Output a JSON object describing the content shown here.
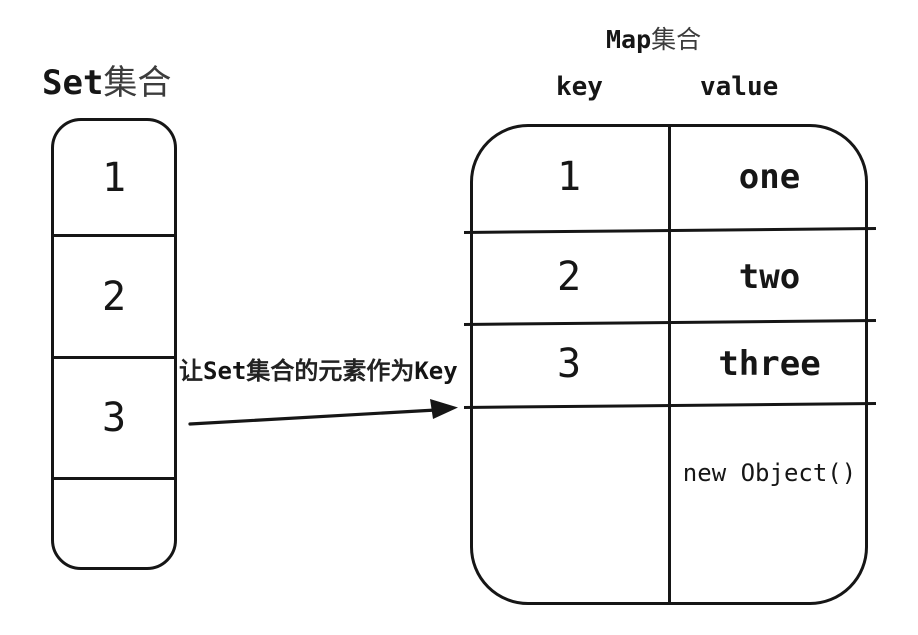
{
  "colors": {
    "ink": "#161616",
    "background": "#ffffff"
  },
  "set": {
    "title": {
      "latin": "Set",
      "cjk": "集合"
    },
    "cells": [
      {
        "label": "1"
      },
      {
        "label": "2"
      },
      {
        "label": "3"
      },
      {
        "label": ""
      }
    ]
  },
  "map": {
    "title": {
      "latin": "Map",
      "cjk": "集合"
    },
    "col_headers": {
      "key": "key",
      "value": "value"
    },
    "rows": [
      {
        "key": "1",
        "value": "one"
      },
      {
        "key": "2",
        "value": "two"
      },
      {
        "key": "3",
        "value": "three"
      },
      {
        "key": "",
        "value": "new Object()"
      }
    ]
  },
  "arrow": {
    "label_prefix": "让",
    "label_set": "Set",
    "label_middle": "集合的元素作为",
    "label_key": "Key"
  }
}
